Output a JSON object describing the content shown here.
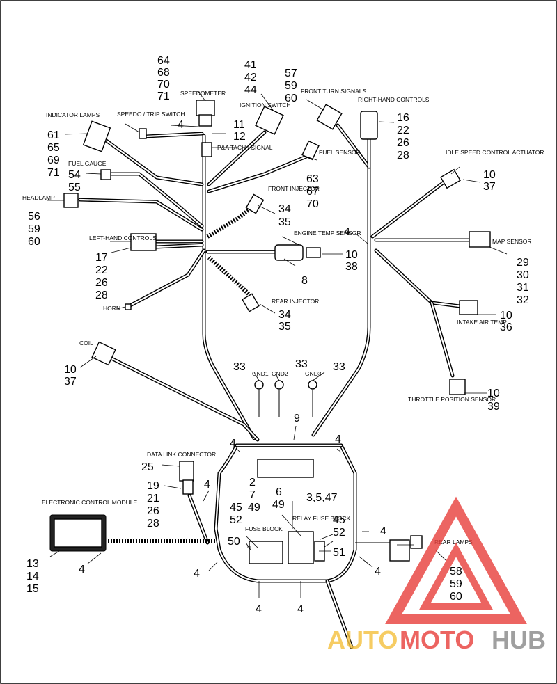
{
  "labels": {
    "speedometer": "SPEEDOMETER",
    "speedo_trip_switch": "SPEEDO / TRIP SWITCH",
    "indicator_lamps": "INDICATOR LAMPS",
    "fuel_gauge": "FUEL GAUGE",
    "headlamp": "HEADLAMP",
    "left_hand_controls": "LEFT-HAND CONTROLS",
    "horn": "HORN",
    "coil": "COIL",
    "ignition_switch": "IGNITION SWITCH",
    "pa_tach_signal": "P&A TACH / SIGNAL",
    "fuel_sensor": "FUEL SENSOR",
    "front_injector": "FRONT INJECTOR",
    "engine_temp_sensor": "ENGINE TEMP SENSOR",
    "rear_injector": "REAR INJECTOR",
    "front_turn_signals": "FRONT TURN SIGNALS",
    "right_hand_controls": "RIGHT-HAND CONTROLS",
    "idle_speed_control_actuator": "IDLE SPEED CONTROL ACTUATOR",
    "map_sensor": "MAP SENSOR",
    "intake_air_temp": "INTAKE AIR TEMP.",
    "throttle_position_sensor": "THROTTLE POSITION SENSOR",
    "gnd1": "GND1",
    "gnd2": "GND2",
    "gnd3": "GND3",
    "data_link_connector": "DATA LINK CONNECTOR",
    "electronic_control_module": "ELECTRONIC CONTROL MODULE",
    "fuse_block": "FUSE BLOCK",
    "relay_fuse_block": "RELAY FUSE BLOCK",
    "rear_lamps": "REAR LAMPS"
  },
  "callouts": {
    "speedometer": [
      "64",
      "68",
      "70",
      "71"
    ],
    "speedometer_ground": "4",
    "pa_tach": [
      "11",
      "12"
    ],
    "indicator_lamps": [
      "61",
      "65",
      "69",
      "71"
    ],
    "fuel_gauge": [
      "54",
      "55"
    ],
    "headlamp": [
      "56",
      "59",
      "60"
    ],
    "left_hand_controls": [
      "17",
      "22",
      "26",
      "28"
    ],
    "coil": [
      "10",
      "37"
    ],
    "ignition_switch": [
      "41",
      "42",
      "44"
    ],
    "fuel_sensor": [
      "63",
      "67",
      "70"
    ],
    "front_injector": [
      "34",
      "35"
    ],
    "engine_temp_sensor": [
      "10",
      "38"
    ],
    "harness_main": "8",
    "rear_injector": [
      "34",
      "35"
    ],
    "front_turn_signals": [
      "57",
      "59",
      "60"
    ],
    "right_hand_controls": [
      "16",
      "22",
      "26",
      "28"
    ],
    "idle_speed": [
      "10",
      "37"
    ],
    "map_sensor": [
      "29",
      "30",
      "31",
      "32"
    ],
    "intake_air_temp": [
      "10",
      "36"
    ],
    "throttle_position": [
      "10",
      "39"
    ],
    "junction_right": "4",
    "gnd": [
      "33",
      "33",
      "33"
    ],
    "cover": "9",
    "tray_left": "4",
    "tray_right": "4",
    "data_link": "25",
    "dlc_plug": [
      "19",
      "21",
      "26",
      "28"
    ],
    "dlc_clip": "4",
    "center_a": [
      "2",
      "7"
    ],
    "center_b": [
      "6",
      "49"
    ],
    "relay": "3,5,47",
    "fuse_left": [
      "45",
      "52"
    ],
    "fuse_mid": "49",
    "relay_right": [
      "45",
      "52"
    ],
    "fuse_50": "50",
    "fuse_51": "51",
    "right_side_clip": "4",
    "ecm": [
      "13",
      "14",
      "15"
    ],
    "ecm_clip": "4",
    "bottom_left_clip": "4",
    "bottom_right_clip": "4",
    "bottom_4a": "4",
    "bottom_4b": "4",
    "rear_lamps": [
      "58",
      "59",
      "60"
    ]
  },
  "watermark": {
    "text_a": "AUTO",
    "text_b": "MOTO",
    "text_c": "HUB",
    "color_a": "#f5c242",
    "color_b": "#e8433f",
    "color_c": "#8a8a8a"
  },
  "colors": {
    "line": "#000000",
    "background": "#ffffff",
    "logo_red": "#e8433f"
  }
}
